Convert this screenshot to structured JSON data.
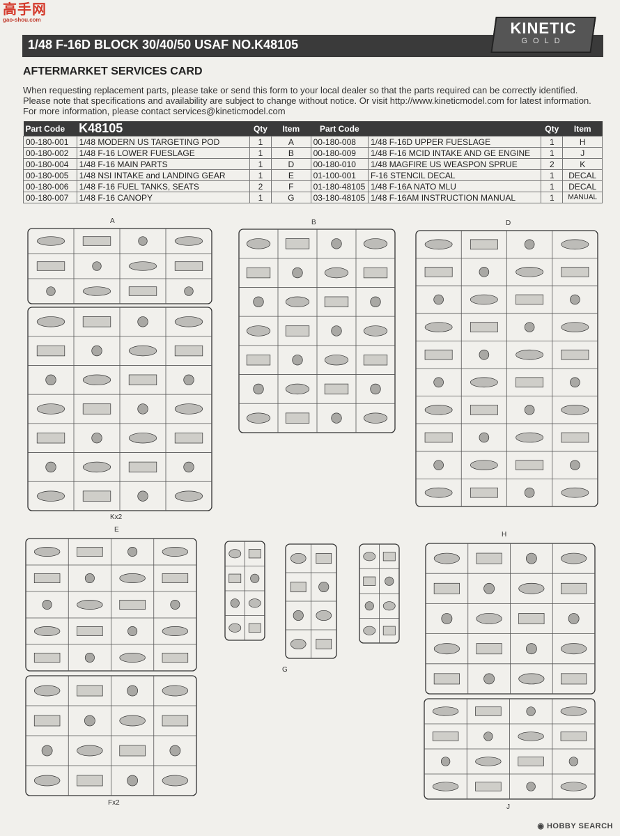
{
  "watermark": {
    "cn": "高手网",
    "url": "gao-shou.com"
  },
  "header": {
    "title": "1/48  F-16D BLOCK 30/40/50 USAF NO.K48105"
  },
  "logo": {
    "brand": "KINETIC",
    "sub": "GOLD"
  },
  "card": {
    "title": "AFTERMARKET SERVICES CARD",
    "intro": "When requesting replacement parts, please take or send  this form to your local dealer so that the parts required can be correctly identified. Please note that specifications and availability are subject to change without notice. Or visit http://www.kineticmodel.com for latest information. For more information, please contact services@kineticmodel.com"
  },
  "table": {
    "headers": {
      "part_code": "Part Code",
      "kit_code": "K48105",
      "qty": "Qty",
      "item": "Item",
      "part_code2": "Part Code",
      "qty2": "Qty",
      "item2": "Item"
    },
    "rows": [
      {
        "code": "00-180-001",
        "desc": "1/48 MODERN US TARGETING POD",
        "qty": "1",
        "item": "A",
        "code2": "00-180-008",
        "desc2": "1/48 F-16D UPPER FUESLAGE",
        "qty2": "1",
        "item2": "H"
      },
      {
        "code": "00-180-002",
        "desc": "1/48 F-16 LOWER FUESLAGE",
        "qty": "1",
        "item": "B",
        "code2": "00-180-009",
        "desc2": "1/48 F-16 MCID INTAKE AND GE ENGINE",
        "qty2": "1",
        "item2": "J"
      },
      {
        "code": "00-180-004",
        "desc": "1/48 F-16 MAIN PARTS",
        "qty": "1",
        "item": "D",
        "code2": "00-180-010",
        "desc2": "1/48 MAGFIRE US WEASPON SPRUE",
        "qty2": "2",
        "item2": "K"
      },
      {
        "code": "00-180-005",
        "desc": "1/48 NSI INTAKE and LANDING GEAR",
        "qty": "1",
        "item": "E",
        "code2": "01-100-001",
        "desc2": "F-16 STENCIL DECAL",
        "qty2": "1",
        "item2": "DECAL"
      },
      {
        "code": "00-180-006",
        "desc": "1/48 F-16 FUEL TANKS, SEATS",
        "qty": "2",
        "item": "F",
        "code2": "01-180-48105",
        "desc2": "1/48 F-16A NATO MLU",
        "qty2": "1",
        "item2": "DECAL"
      },
      {
        "code": "00-180-007",
        "desc": "1/48 F-16 CANOPY",
        "qty": "1",
        "item": "G",
        "code2": "03-180-48105",
        "desc2": "1/48 F-16AM INSTRUCTION MANUAL",
        "qty2": "1",
        "item2": "MANUAL"
      }
    ]
  },
  "sprues": {
    "A": "A",
    "B": "B",
    "D": "D",
    "Kx2": "Kx2",
    "E": "E",
    "G": "G",
    "H": "H",
    "Fx2": "Fx2",
    "J": "J"
  },
  "footer": {
    "credit": "HOBBY SEARCH"
  }
}
